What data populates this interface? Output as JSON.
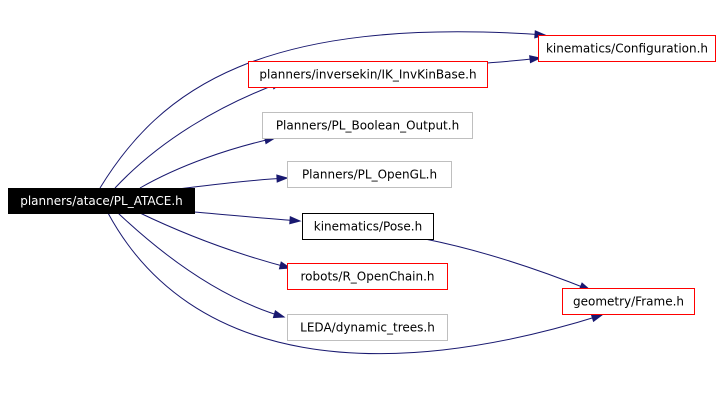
{
  "colors": {
    "edge": "#191970",
    "border_red": "#ff0000",
    "border_gray": "#bfbfbf",
    "border_black": "#000000",
    "root_fill": "#000000",
    "root_text": "#ffffff"
  },
  "nodes": [
    {
      "id": "atace",
      "label": "planners/atace/PL_ATACE.h",
      "style": "root"
    },
    {
      "id": "configuration",
      "label": "kinematics/Configuration.h",
      "style": "red"
    },
    {
      "id": "ikinvkinbase",
      "label": "planners/inversekin/IK_InvKinBase.h",
      "style": "red"
    },
    {
      "id": "boolean_output",
      "label": "Planners/PL_Boolean_Output.h",
      "style": "gray"
    },
    {
      "id": "opengl",
      "label": "Planners/PL_OpenGL.h",
      "style": "gray"
    },
    {
      "id": "pose",
      "label": "kinematics/Pose.h",
      "style": "black"
    },
    {
      "id": "openchain",
      "label": "robots/R_OpenChain.h",
      "style": "red"
    },
    {
      "id": "dynamic_trees",
      "label": "LEDA/dynamic_trees.h",
      "style": "gray"
    },
    {
      "id": "frame",
      "label": "geometry/Frame.h",
      "style": "red"
    }
  ],
  "edges": [
    {
      "from": "atace",
      "to": "configuration"
    },
    {
      "from": "atace",
      "to": "ikinvkinbase"
    },
    {
      "from": "atace",
      "to": "boolean_output"
    },
    {
      "from": "atace",
      "to": "opengl"
    },
    {
      "from": "atace",
      "to": "pose"
    },
    {
      "from": "atace",
      "to": "openchain"
    },
    {
      "from": "atace",
      "to": "dynamic_trees"
    },
    {
      "from": "atace",
      "to": "frame"
    },
    {
      "from": "ikinvkinbase",
      "to": "configuration"
    },
    {
      "from": "pose",
      "to": "frame"
    }
  ]
}
